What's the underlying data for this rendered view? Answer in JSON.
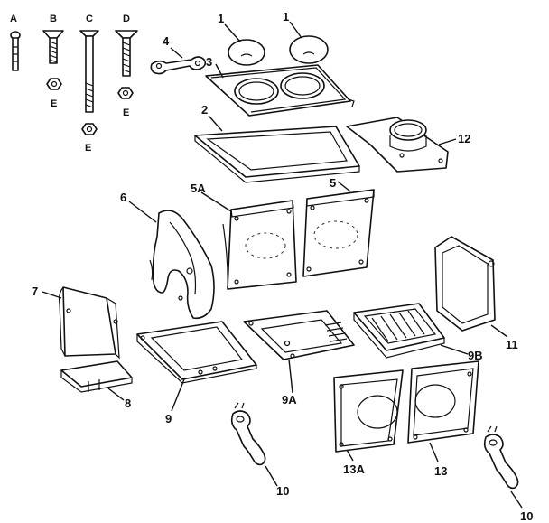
{
  "hardware_labels": {
    "a": "A",
    "b": "B",
    "c": "C",
    "d": "D",
    "e1": "E",
    "e2": "E",
    "e3": "E"
  },
  "callouts": {
    "p1a": "1",
    "p1b": "1",
    "p2": "2",
    "p3": "3",
    "p4": "4",
    "p5": "5",
    "p5a": "5A",
    "p6": "6",
    "p7": "7",
    "p8": "8",
    "p9": "9",
    "p9a": "9A",
    "p9b": "9B",
    "p10a": "10",
    "p10b": "10",
    "p11": "11",
    "p12": "12",
    "p13": "13",
    "p13a": "13A"
  }
}
